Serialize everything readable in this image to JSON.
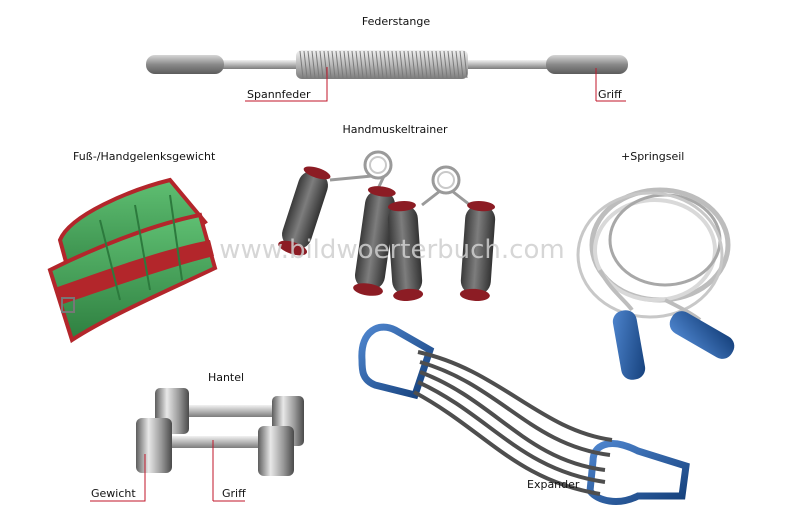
{
  "labels": {
    "federstange": "Federstange",
    "spannfeder": "Spannfeder",
    "griff_top": "Griff",
    "handmuskeltrainer": "Handmuskeltrainer",
    "fuss_gewicht": "Fuß-/Handgelenksgewicht",
    "springseil": "Springseil",
    "hantel": "Hantel",
    "gewicht": "Gewicht",
    "griff_bottom": "Griff",
    "expander": "Expander"
  },
  "watermark": "www.bildwoerterbuch.com",
  "colors": {
    "label_line": "#c0162a",
    "weight_green": "#3f9b52",
    "weight_red": "#b3262b",
    "rope_handle": "#1f5aa3",
    "grip_gray": "#505050",
    "expander_blue": "#3f73b5"
  }
}
